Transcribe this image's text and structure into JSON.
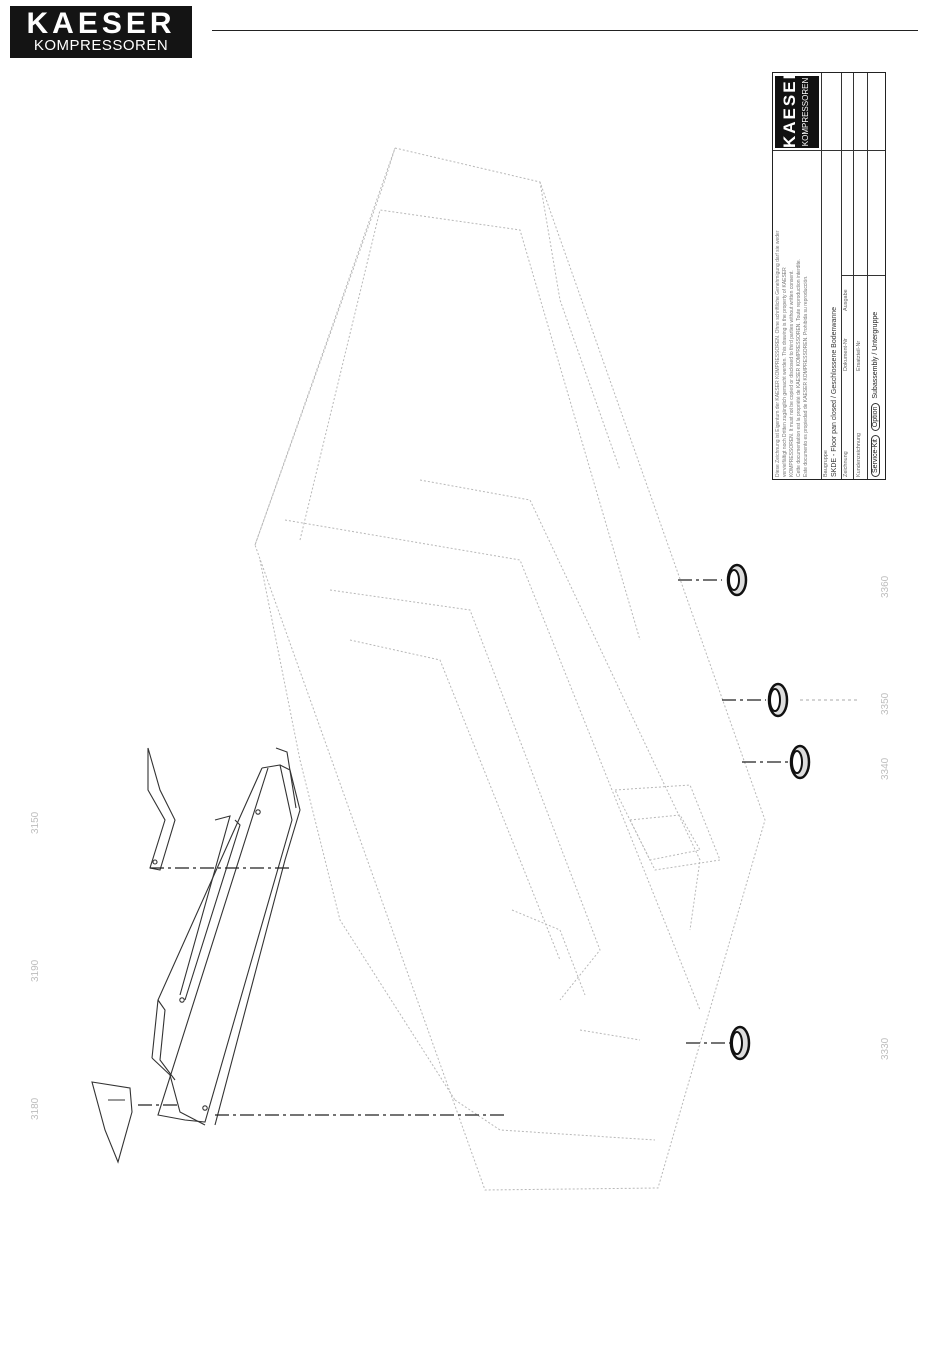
{
  "header": {
    "logo_line1": "KAESER",
    "logo_line2": "KOMPRESSOREN"
  },
  "title_block": {
    "disclaimer_lines": [
      "Diese Zeichnung ist Eigentum der KAESER KOMPRESSOREN. Ohne schriftliche Genehmigung darf sie weder",
      "vervielfältigt noch Dritten zugänglich gemacht werden. This drawing is the property of KAESER",
      "KOMPRESSOREN. It must not be copied or disclosed to third parties without written consent.",
      "Cette documentation est la propriété de KAESER KOMPRESSOREN. Toute reproduction interdite.",
      "Este documento es propiedad de KAESER KOMPRESSOREN. Prohibida su reproducción."
    ],
    "label_baugruppe": "Baugruppe",
    "title": "SKDE - Floor pan closed / Geschlossene Bodenwanne",
    "label_zeichnung": "Zeichnung",
    "label_dokument": "Dokument-Nr",
    "label_ausgabe": "Ausgabe",
    "label_kundenzeichnung": "Kundenzeichnung",
    "label_ersatzteil": "Ersatzteil-Nr",
    "service_kit": "Service-Kit",
    "option": "Option",
    "subassembly": "Subassembly / Untergruppe",
    "logo_line1": "KAESER",
    "logo_line2": "KOMPRESSOREN"
  },
  "callouts": [
    "3180",
    "3190",
    "3150",
    "3330",
    "3340",
    "3350",
    "3360"
  ]
}
